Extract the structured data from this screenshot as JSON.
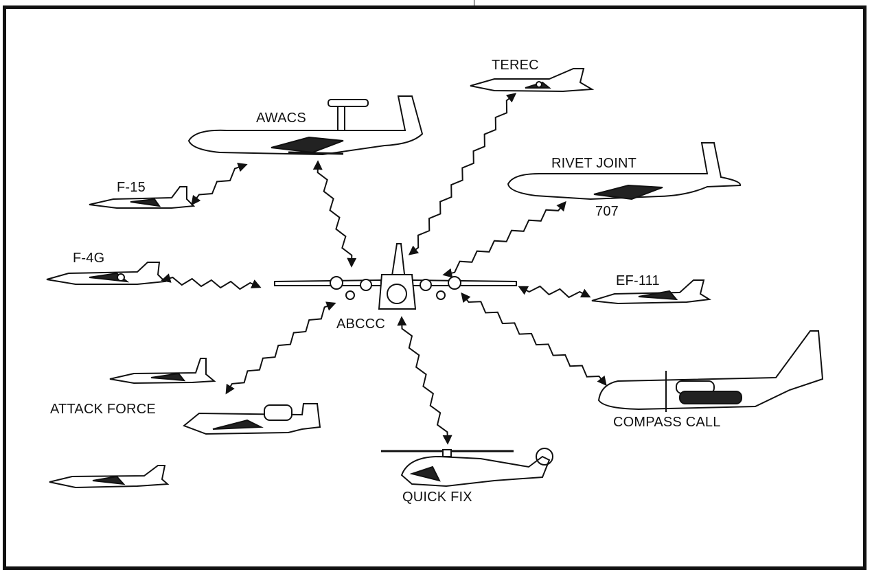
{
  "labels": {
    "terec": "TEREC",
    "awacs": "AWACS",
    "rivet_joint": "RIVET JOINT",
    "rivet_joint_sub": "707",
    "f15": "F-15",
    "f4g": "F-4G",
    "ef111": "EF-111",
    "abccc": "ABCCC",
    "attack_force": "ATTACK FORCE",
    "compass_call": "COMPASS CALL",
    "quick_fix": "QUICK FIX"
  },
  "colors": {
    "ink": "#111111",
    "background": "#ffffff"
  }
}
